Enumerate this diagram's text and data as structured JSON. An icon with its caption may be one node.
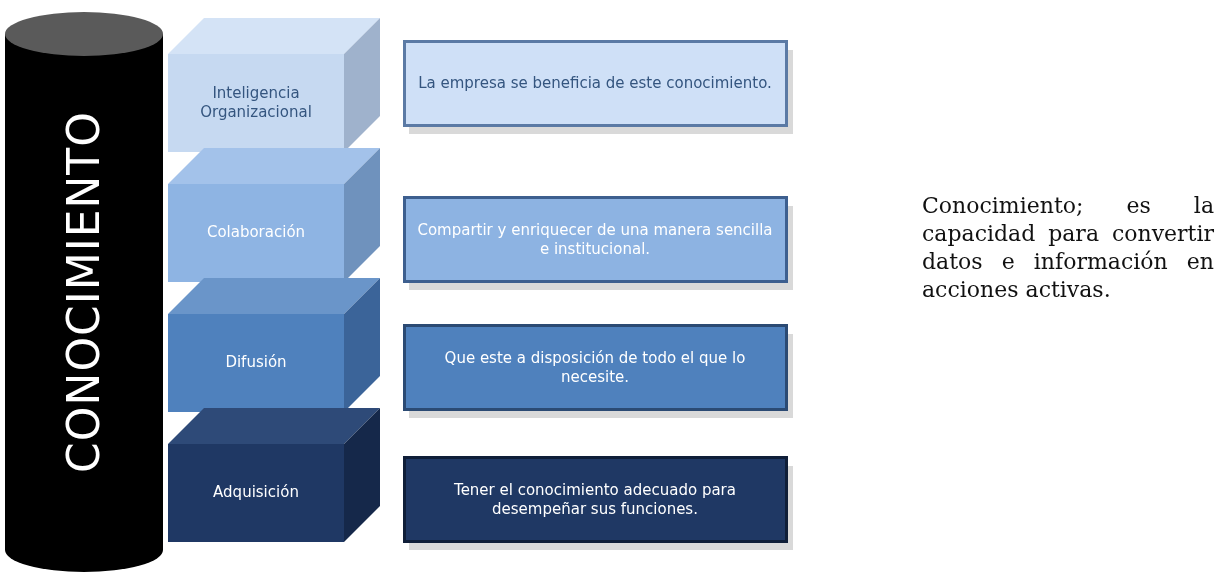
{
  "diagram": {
    "nodes": [
      {
        "text": [
          "CONOCIMIENTO"
        ]
      },
      {
        "text": [
          "Inteligencia Organizacional"
        ]
      },
      {
        "text": [
          "La empresa se beneficia de este conocimiento."
        ]
      },
      {
        "text": [
          "Colaboración"
        ]
      },
      {
        "text": [
          "Compartir y enriquecer de una manera sencilla e institucional."
        ]
      },
      {
        "text": [
          "Difusión"
        ]
      },
      {
        "text": [
          "Que este a disposición de todo el que lo necesite."
        ]
      },
      {
        "text": [
          "Adquisición"
        ]
      },
      {
        "text": [
          "Tener el conocimiento adecuado para desempeñar sus funciones."
        ]
      }
    ],
    "labels": [
      "Conocimiento; es la capacidad para convertir datos e información en acciones activas."
    ]
  }
}
